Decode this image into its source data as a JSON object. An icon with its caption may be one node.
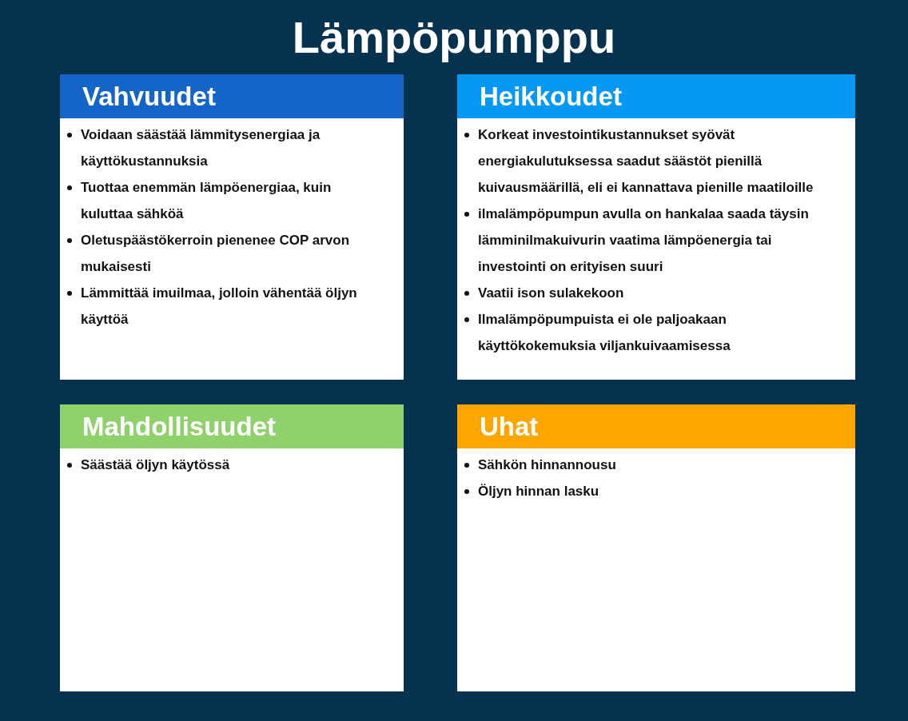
{
  "diagram": {
    "title": "Lämpöpumppu",
    "nodes": [
      {
        "text": [
          "Vahvuudet",
          "Voidaan säästää lämmitysenergiaa ja käyttökustannuksia",
          "Tuottaa enemmän lämpöenergiaa, kuin kuluttaa sähköä",
          "Oletuspäästökerroin pienenee COP arvon mukaisesti",
          "Lämmittää imuilmaa, jolloin vähentää öljyn käyttöä"
        ]
      },
      {
        "text": [
          "Heikkoudet",
          "Korkeat investointikustannukset syövät energiakulutuksessa saadut säästöt pienillä kuivausmäärillä, eli ei kannattava pienille maatiloille",
          "ilmalämpöpumpun avulla on hankalaa saada täysin lämminilmakuivurin vaatima lämpöenergia tai investointi on erityisen suuri",
          "Vaatii ison sulakekoon",
          "Ilmalämpöpumpuista ei ole paljoakaan käyttökokemuksia viljankuivaamisessa"
        ]
      },
      {
        "text": [
          "Mahdollisuudet",
          "Säästää öljyn käytössä"
        ]
      },
      {
        "text": [
          "Uhat",
          "Sähkön hinnannousu",
          "Öljyn hinnan lasku"
        ]
      }
    ]
  }
}
